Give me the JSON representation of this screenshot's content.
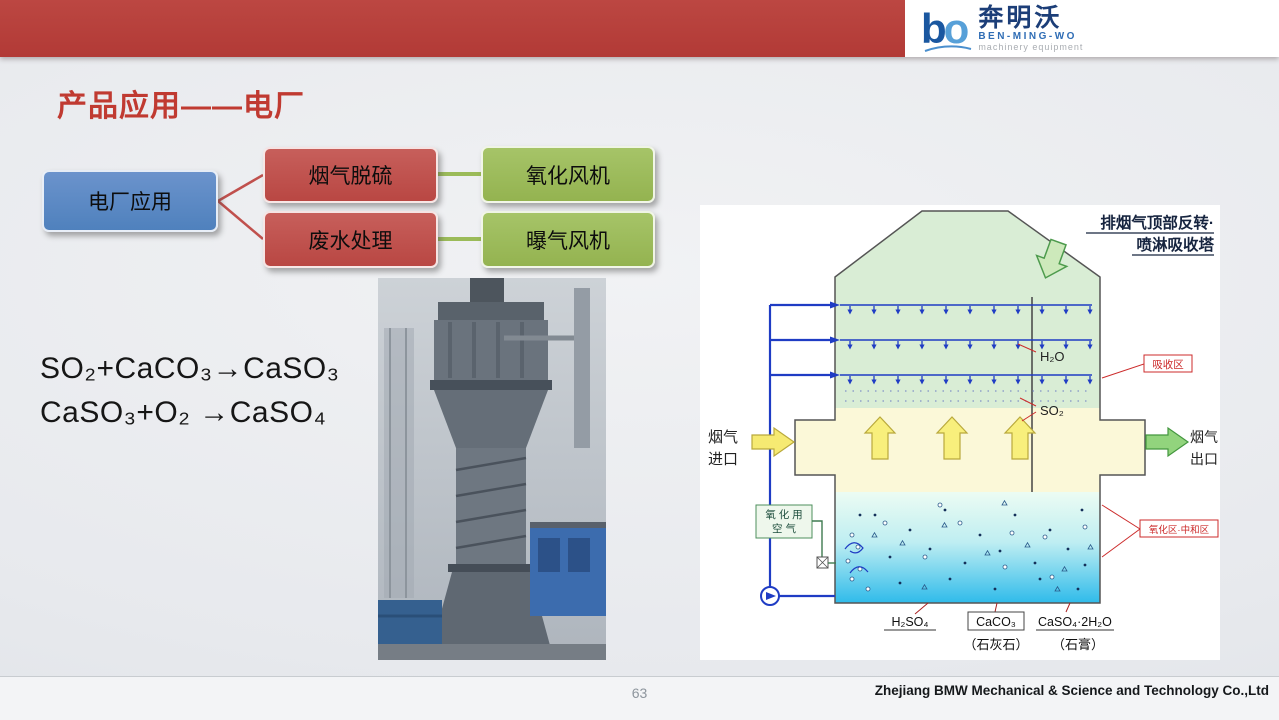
{
  "palette": {
    "header_red": "#b5413d",
    "title_red": "#c03a31",
    "node_blue": "#4f81bd",
    "node_red": "#bf4b47",
    "node_green": "#9bbb59",
    "logo_blue": "#1c3e78"
  },
  "header": {
    "logo_b": "b",
    "logo_o": "o",
    "company_cn": "奔明沃",
    "company_en": "BEN-MING-WO",
    "tagline": "machinery equipment"
  },
  "slide": {
    "title": "产品应用——电厂"
  },
  "flowchart": {
    "root": "电厂应用",
    "branch1": "烟气脱硫",
    "branch2": "废水处理",
    "leaf1": "氧化风机",
    "leaf2": "曝气风机"
  },
  "equations": {
    "line1": "SO₂+CaCO₃→CaSO₃",
    "line2": "CaSO₃+O₂ →CaSO₄"
  },
  "diagram": {
    "title_line1": "排烟气顶部反转·",
    "title_line2": "喷淋吸收塔",
    "h2o": "H₂O",
    "so2": "SO₂",
    "absorb_zone": "吸收区",
    "oxid_zone": "氧化区·中和区",
    "flue_in_line1": "烟气",
    "flue_in_line2": "进口",
    "flue_out_line1": "烟气",
    "flue_out_line2": "出口",
    "oxid_air_line1": "氧 化 用",
    "oxid_air_line2": "空  气",
    "h2so4": "H₂SO₄",
    "caco3": "CaCO₃",
    "caso4_2h2o": "CaSO₄·2H₂O",
    "limestone": "（石灰石）",
    "gypsum": "（石膏）"
  },
  "footer": {
    "page_number": "63",
    "company": "Zhejiang BMW Mechanical &amp; Science and Technology Co.,Ltd"
  }
}
